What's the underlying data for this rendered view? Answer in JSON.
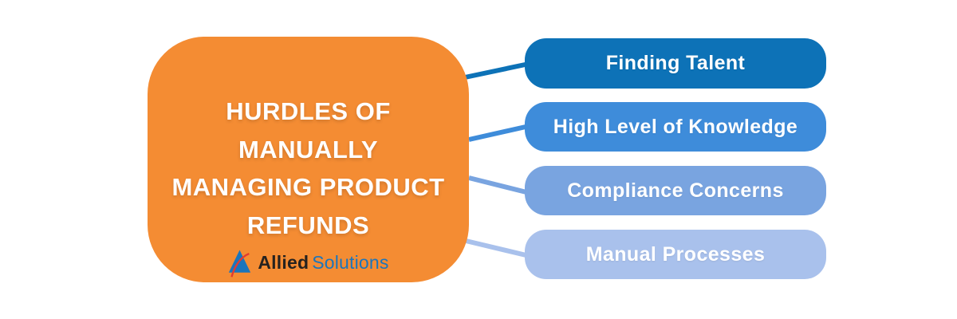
{
  "background_color": "#FFFFFF",
  "main": {
    "title_lines": [
      "HURDLES OF MANUALLY",
      "MANAGING PRODUCT",
      "REFUNDS"
    ],
    "box_color": "#F48C33",
    "title_color": "#FFFFFF"
  },
  "logo": {
    "brand_primary": "Allied",
    "brand_secondary": "Solutions",
    "primary_color": "#26221F",
    "secondary_color": "#1B75BC",
    "icon": "allied-triangle-icon",
    "icon_color": "#1B75BC",
    "swoosh_color": "#E23B30"
  },
  "items": [
    {
      "label": "Finding Talent",
      "color": "#0D72B7",
      "text_color": "#FFFFFF"
    },
    {
      "label": "High Level of Knowledge",
      "color": "#3E8CDA",
      "text_color": "#FFFFFF"
    },
    {
      "label": "Compliance Concerns",
      "color": "#79A4E0",
      "text_color": "#FFFFFF"
    },
    {
      "label": "Manual Processes",
      "color": "#A9C1EC",
      "text_color": "#FFFFFF"
    }
  ]
}
